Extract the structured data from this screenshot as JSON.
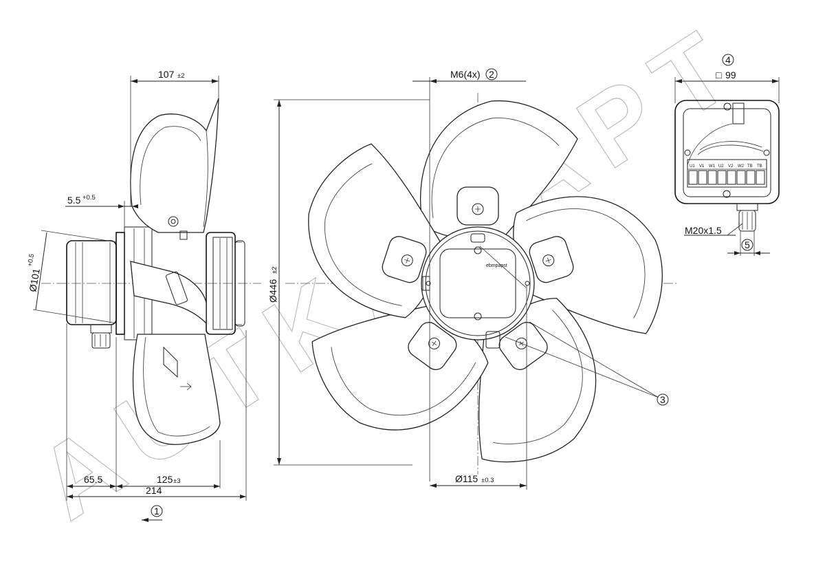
{
  "watermark": "AUTKADAPT",
  "side_view": {
    "dim_depth_blade": {
      "value": "107",
      "tol": "±2"
    },
    "dim_flange_offset": {
      "value": "5.5",
      "tol": "+0.5"
    },
    "dim_motor_dia": {
      "value": "Ø101",
      "tol": "+0.5"
    },
    "dim_motor_len": {
      "value": "65.5"
    },
    "dim_body_len": {
      "value": "125",
      "tol": "±3"
    },
    "dim_total_len": {
      "value": "214"
    },
    "callout_airflow": "1"
  },
  "front_view": {
    "dim_mount_thread": {
      "value": "M6(4x)"
    },
    "callout_mount": "2",
    "dim_impeller_dia": {
      "value": "Ø446",
      "tol": "±2"
    },
    "dim_hub_dia": {
      "value": "Ø115",
      "tol": "±0.3"
    },
    "callout_blades": "3",
    "hub_label": "ebmpapst"
  },
  "terminal_box": {
    "callout_box": "4",
    "dim_box_size": {
      "value": "99",
      "prefix": "□"
    },
    "dim_cable_gland": {
      "value": "M20x1.5"
    },
    "callout_gland": "5",
    "terminal_labels": [
      "U1",
      "V1",
      "W1",
      "U2",
      "V2",
      "W2",
      "TB",
      "TB"
    ]
  }
}
